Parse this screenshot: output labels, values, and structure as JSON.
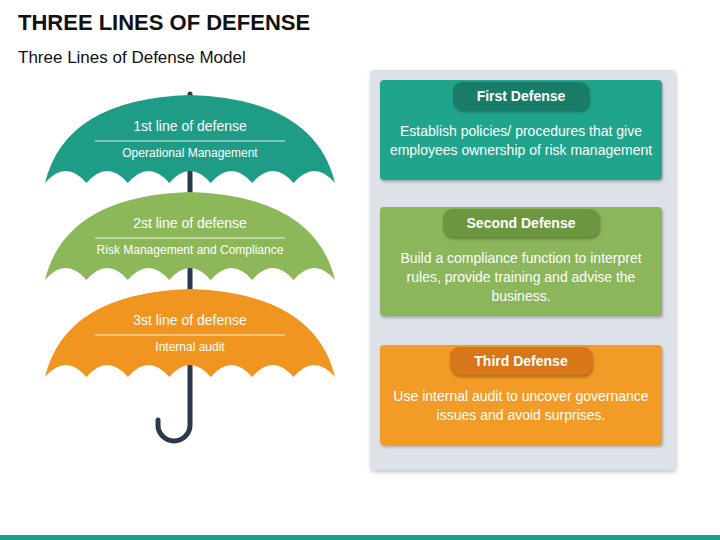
{
  "diagram": {
    "title": "THREE LINES OF DEFENSE",
    "nodes": [
      {
        "text": [
          "1st line of defense",
          "Operational Management"
        ]
      },
      {
        "text": [
          "2st line of defense",
          "Risk Management and Compliance"
        ]
      },
      {
        "text": [
          "3st line of defense",
          "Internal audit"
        ]
      },
      {
        "text": [
          "First Defense",
          "Establish policies/ procedures that give employees ownership of risk management"
        ]
      },
      {
        "text": [
          "Second Defense",
          "Build a compliance function to interpret rules, provide training and advise the business."
        ]
      },
      {
        "text": [
          "Third Defense",
          "Use internal audit to uncover governance  issues and avoid surprises."
        ]
      }
    ],
    "labels": [
      "Three Lines of Defense Model"
    ]
  }
}
